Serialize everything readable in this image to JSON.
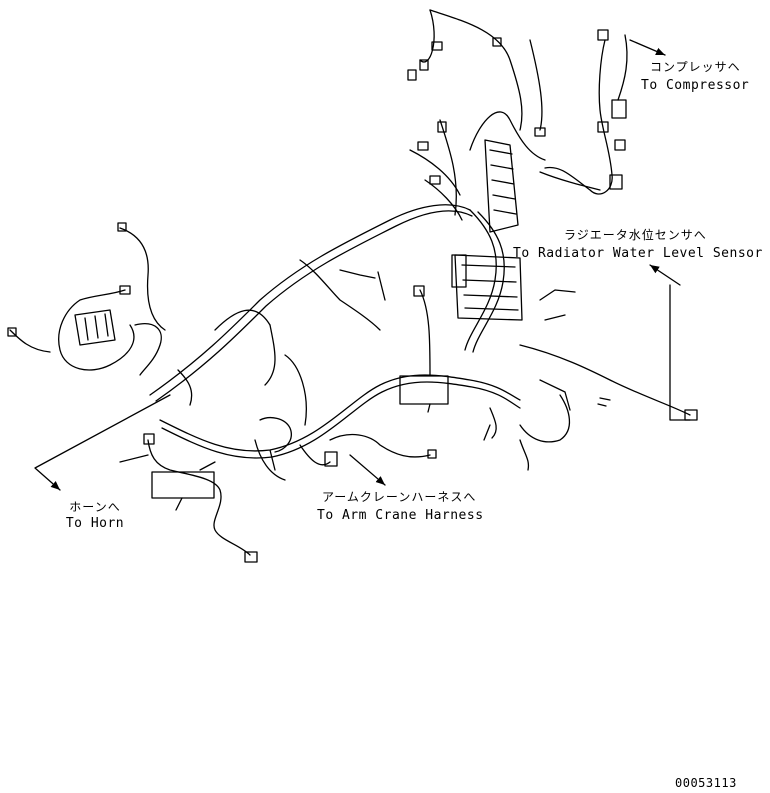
{
  "callouts": {
    "compressor": {
      "jp": "コンプレッサヘ",
      "en": "To Compressor"
    },
    "radiator": {
      "jp": "ラジエータ水位センサへ",
      "en": "To Radiator Water Level Sensor"
    },
    "horn": {
      "jp": "ホーンへ",
      "en": "To Horn"
    },
    "arm_crane": {
      "jp": "アームクレーンハーネスへ",
      "en": "To Arm Crane Harness"
    }
  },
  "figure_id": "00053113",
  "colors": {
    "ink": "#000000",
    "paper": "#ffffff"
  }
}
